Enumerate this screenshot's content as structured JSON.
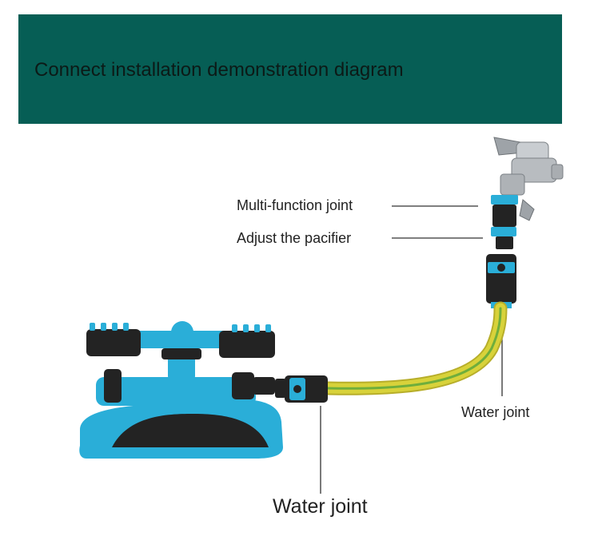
{
  "banner": {
    "title": "Connect installation demonstration diagram",
    "color": "#065e55"
  },
  "labels": {
    "multi_function_joint": "Multi-function joint",
    "adjust_pacifier": "Adjust the pacifier",
    "water_joint_right": "Water joint",
    "water_joint_bottom": "Water joint"
  },
  "colors": {
    "accent": "#2aaed8",
    "dark": "#232323",
    "hose_yellow": "#d8d23a",
    "hose_green": "#6fae3c",
    "chrome": "#b8bcc0"
  }
}
